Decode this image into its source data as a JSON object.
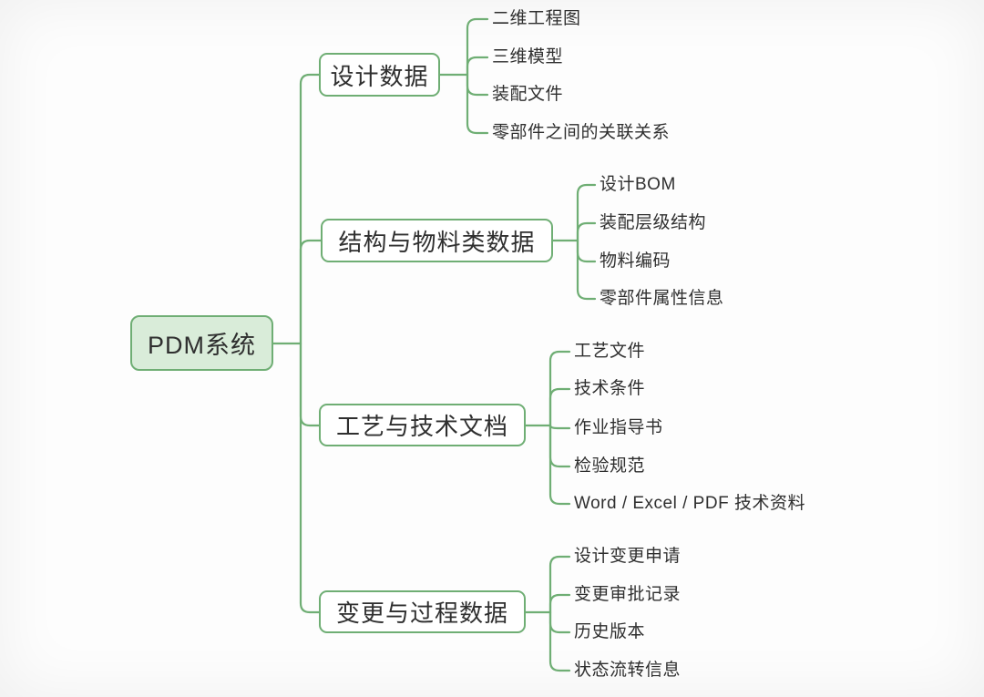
{
  "colors": {
    "line": "#6fae74",
    "node_border": "#6fae74",
    "root_fill": "#d9ecd9",
    "branch_fill": "#ffffff",
    "text": "#2f2f2f",
    "background": "#fdfdfd"
  },
  "mindmap": {
    "root": {
      "label": "PDM系统"
    },
    "branches": [
      {
        "label": "设计数据",
        "children": [
          "二维工程图",
          "三维模型",
          "装配文件",
          "零部件之间的关联关系"
        ]
      },
      {
        "label": "结构与物料类数据",
        "children": [
          "设计BOM",
          "装配层级结构",
          "物料编码",
          "零部件属性信息"
        ]
      },
      {
        "label": "工艺与技术文档",
        "children": [
          "工艺文件",
          "技术条件",
          "作业指导书",
          "检验规范",
          "Word / Excel / PDF 技术资料"
        ]
      },
      {
        "label": "变更与过程数据",
        "children": [
          "设计变更申请",
          "变更审批记录",
          "历史版本",
          "状态流转信息"
        ]
      }
    ]
  }
}
